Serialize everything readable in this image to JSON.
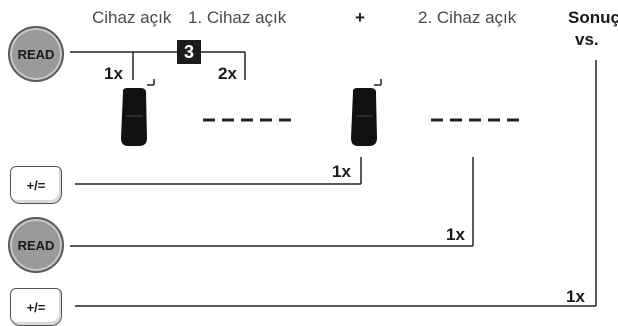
{
  "header": {
    "device_on": "Cihaz açık",
    "device1_on": "1. Cihaz açık",
    "plus": "+",
    "device2_on": "2. Cihaz açık",
    "result": "Sonuç",
    "vs": "vs."
  },
  "buttons": {
    "read_1": "READ",
    "plus_eq_1": "+/=",
    "read_2": "READ",
    "plus_eq_2": "+/="
  },
  "step_badge": "3",
  "counts": {
    "c1": "1x",
    "c2": "2x",
    "c3": "1x",
    "c4": "1x",
    "c5": "1x"
  },
  "colors": {
    "button_fill": "#9a9a9a",
    "line": "#222222",
    "device": "#111111"
  }
}
